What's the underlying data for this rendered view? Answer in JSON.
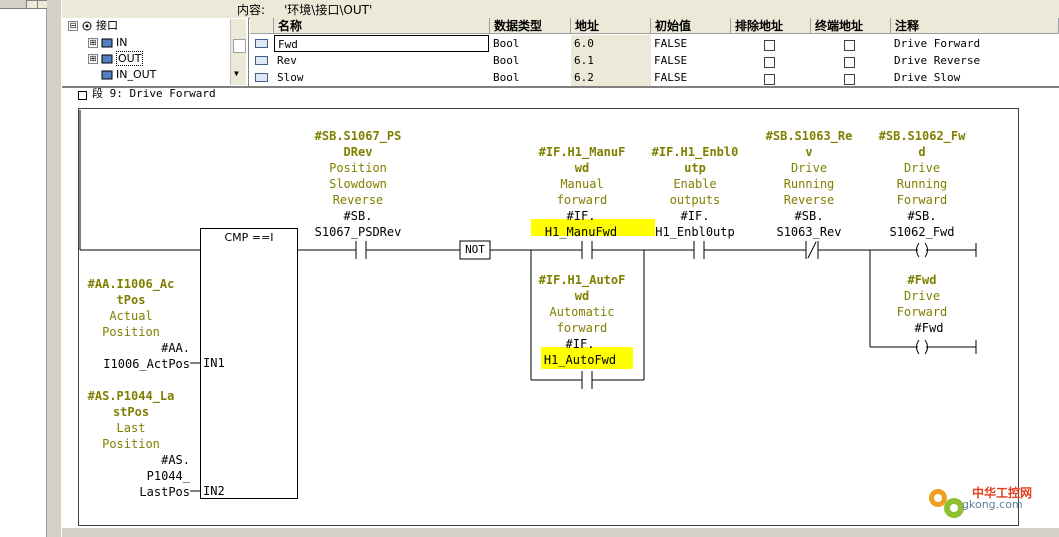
{
  "header": {
    "content_label": "内容:",
    "content_value": "'环境\\接口\\OUT'"
  },
  "tree": [
    {
      "label": "接口",
      "expander": "⊟"
    },
    {
      "label": "IN",
      "expander": "⊞"
    },
    {
      "label": "OUT",
      "expander": "⊞"
    },
    {
      "label": "IN_OUT",
      "expander": ""
    }
  ],
  "table": {
    "columns": [
      "名称",
      "数据类型",
      "地址",
      "初始值",
      "排除地址",
      "终端地址",
      "注释"
    ],
    "rows": [
      {
        "name": "Fwd",
        "type": "Bool",
        "address": "6.0",
        "initial": "FALSE",
        "comment": "Drive Forward"
      },
      {
        "name": "Rev",
        "type": "Bool",
        "address": "6.1",
        "initial": "FALSE",
        "comment": "Drive Reverse"
      },
      {
        "name": "Slow",
        "type": "Bool",
        "address": "6.2",
        "initial": "FALSE",
        "comment": "Drive Slow"
      }
    ]
  },
  "network": {
    "title_text": "段 9: Drive Forward",
    "cmp_block": {
      "label": "CMP ==I",
      "pin1": "IN1",
      "pin2": "IN2"
    },
    "in1": {
      "symbol": "#AA.I1006_Ac\ntPos",
      "comment": "Actual\nPosition",
      "address": "#AA.\nI1006_ActPos"
    },
    "in2": {
      "symbol": "#AS.P1044_La\nstPos",
      "comment": "Last\nPosition",
      "address": "#AS.\nP1044_\nLastPos"
    },
    "contact1": {
      "symbol": "#SB.S1067_PS\nDRev",
      "comment": "Position\nSlowdown\nReverse",
      "address": "#SB.\nS1067_PSDRev"
    },
    "not_label": "NOT",
    "contact2": {
      "symbol": "#IF.H1_ManuF\nwd",
      "comment": "Manual\nforward",
      "address_line1": "#IF.",
      "address_line2": "H1_ManuFwd"
    },
    "contact3": {
      "symbol": "#IF.H1_AutoF\nwd",
      "comment": "Automatic\nforward",
      "address_line1": "#IF.",
      "address_line2": "H1_AutoFwd"
    },
    "contact4": {
      "symbol": "#IF.H1_Enbl0\nutp",
      "comment": "Enable\noutputs",
      "address": "#IF.\nH1_Enbl0utp"
    },
    "contact5": {
      "symbol": "#SB.S1063_Re\nv",
      "comment": "Drive\nRunning\nReverse",
      "address": "#SB.\nS1063_Rev"
    },
    "coil1": {
      "symbol": "#SB.S1062_Fw\nd",
      "comment": "Drive\nRunning\nForward",
      "address": "#SB.\nS1062_Fwd"
    },
    "coil2": {
      "symbol": "#Fwd",
      "comment": "Drive\nForward",
      "address": "#Fwd"
    }
  },
  "watermark": {
    "text_cn": "中华工控网",
    "text_en": "gkong.com"
  },
  "colors": {
    "symbol": "#808000",
    "highlight": "#ffff00",
    "header_bg": "#ece9d8"
  }
}
